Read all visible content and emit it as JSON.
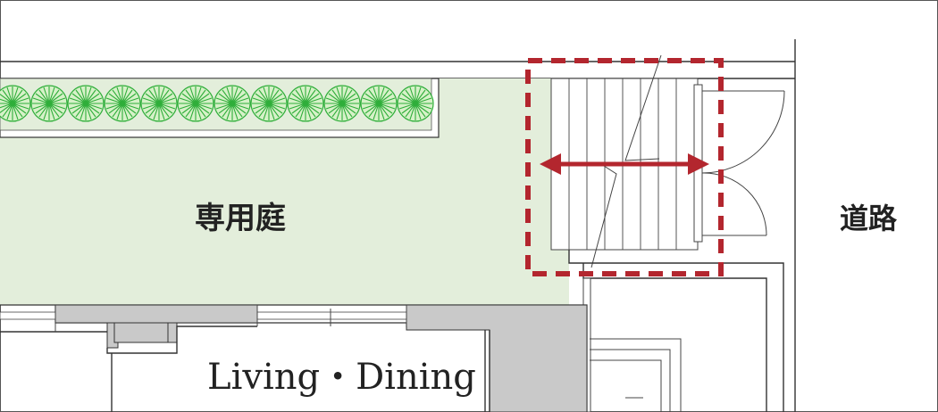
{
  "labels": {
    "garden": "専用庭",
    "road": "道路",
    "living": "Living・Dining"
  },
  "colors": {
    "lawn": "#e3eedb",
    "hedge": "#2fae3a",
    "hedge_light": "#a8dd8e",
    "highlight": "#b3262e",
    "wall_fill": "#c9c9c9",
    "line": "#333333"
  },
  "icons": {
    "hedge_shrub": "shrub-icon",
    "access_arrow": "double-arrow-icon"
  }
}
